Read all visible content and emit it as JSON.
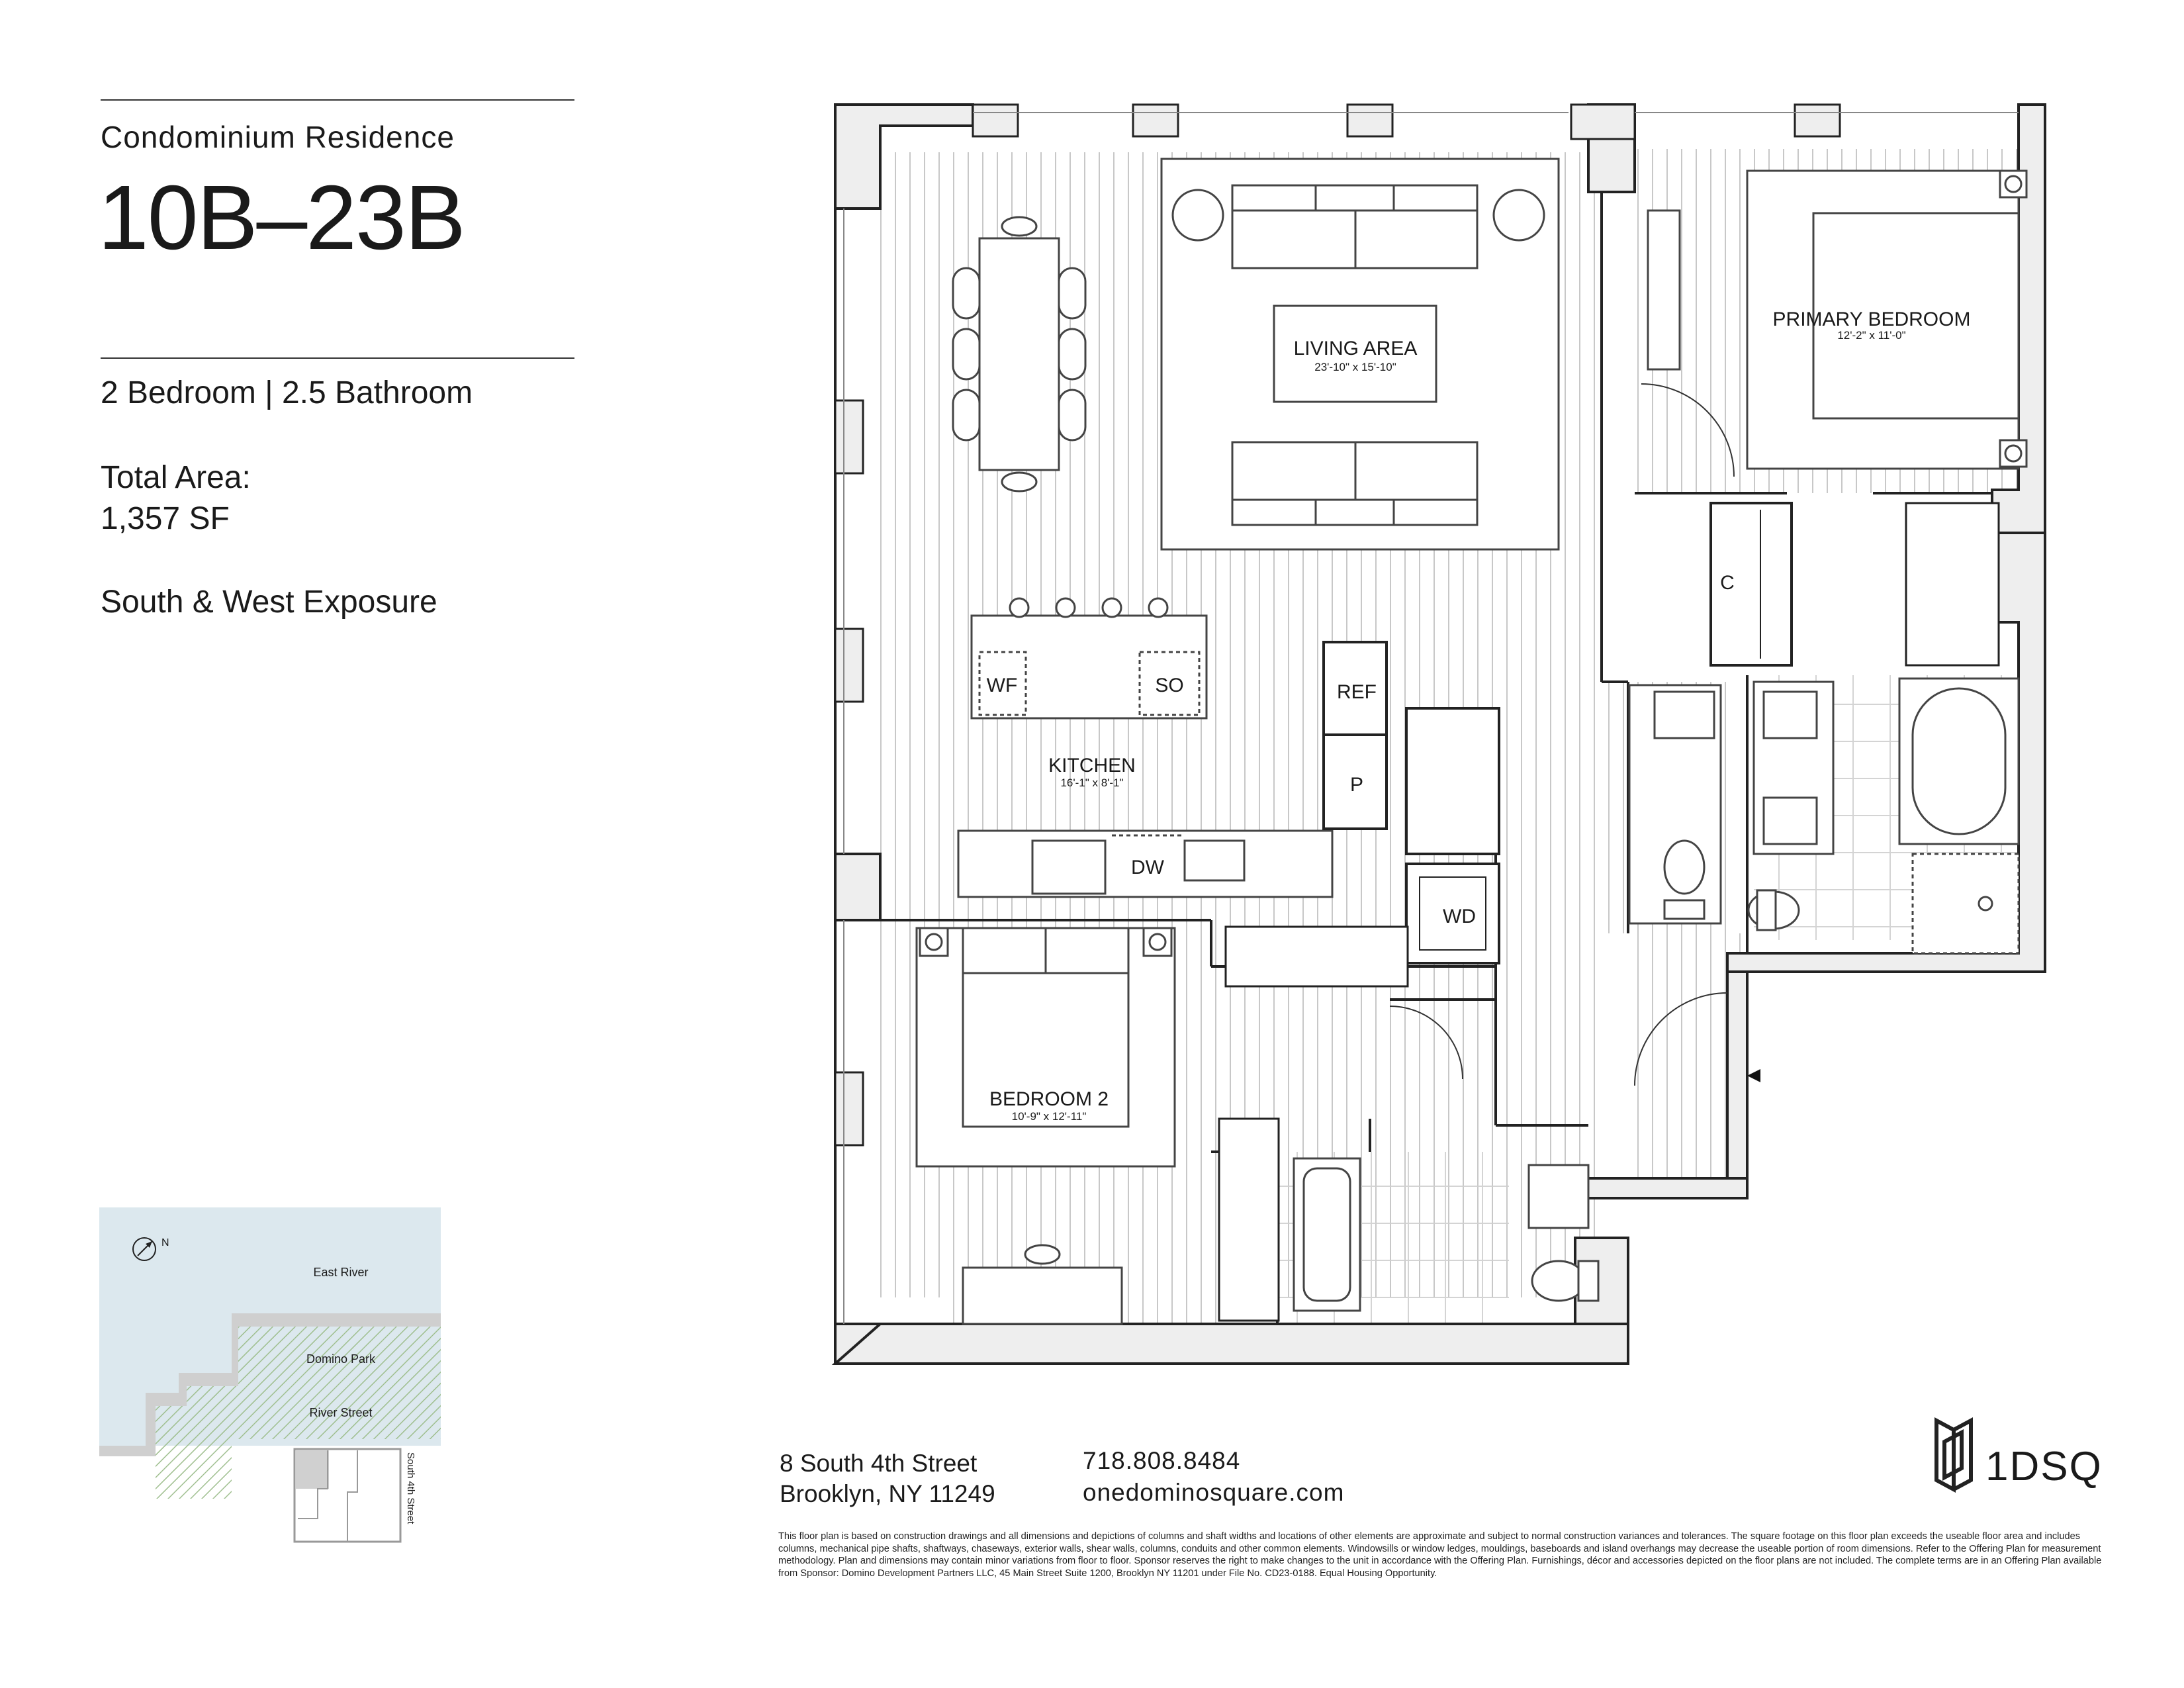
{
  "header": {
    "subtitle": "Condominium Residence",
    "unit": "10B–23B",
    "configuration": "2 Bedroom | 2.5 Bathroom",
    "total_area_label": "Total Area:",
    "total_area_value": "1,357 SF",
    "exposure": "South & West Exposure"
  },
  "rooms": {
    "living": {
      "name": "LIVING AREA",
      "dims": "23'-10\" x 15'-10\""
    },
    "primary": {
      "name": "PRIMARY BEDROOM",
      "dims": "12'-2\" x 11'-0\""
    },
    "kitchen": {
      "name": "KITCHEN",
      "dims": "16'-1\" x 8'-1\""
    },
    "bedroom2": {
      "name": "BEDROOM 2",
      "dims": "10'-9\" x 12'-11\""
    }
  },
  "fixtures": {
    "wf": "WF",
    "so": "SO",
    "ref": "REF",
    "pantry": "P",
    "dw": "DW",
    "wd": "WD",
    "closet": "C"
  },
  "location_map": {
    "east_river": "East River",
    "domino_park": "Domino Park",
    "river_street": "River Street",
    "south_4th": "South 4th Street",
    "north": "N"
  },
  "footer": {
    "address_line1": "8 South 4th Street",
    "address_line2": "Brooklyn, NY 11249",
    "phone": "718.808.8484",
    "website": "onedominosquare.com",
    "brand": "1DSQ",
    "disclaimer": "This floor plan is based on construction drawings and all dimensions and depictions of columns and shaft widths and locations of other elements are approximate and subject to normal construction variances and tolerances. The square footage on this floor plan exceeds the useable floor area and includes columns, mechanical pipe shafts, shaftways, chaseways, exterior walls, shear walls, columns, conduits and other common elements. Windowsills or window ledges, mouldings, baseboards and island overhangs may decrease the useable portion of room dimensions. Refer to the Offering Plan for measurement methodology. Plan and dimensions may contain minor variations from floor to floor. Sponsor reserves the right to make changes to the unit in accordance with the Offering Plan. Furnishings, décor and accessories depicted on the floor plans are not included. The complete terms are in an Offering Plan available from Sponsor: Domino Development Partners LLC, 45 Main Street Suite 1200, Brooklyn NY 11201 under File No. CD23-0188. Equal Housing Opportunity."
  }
}
